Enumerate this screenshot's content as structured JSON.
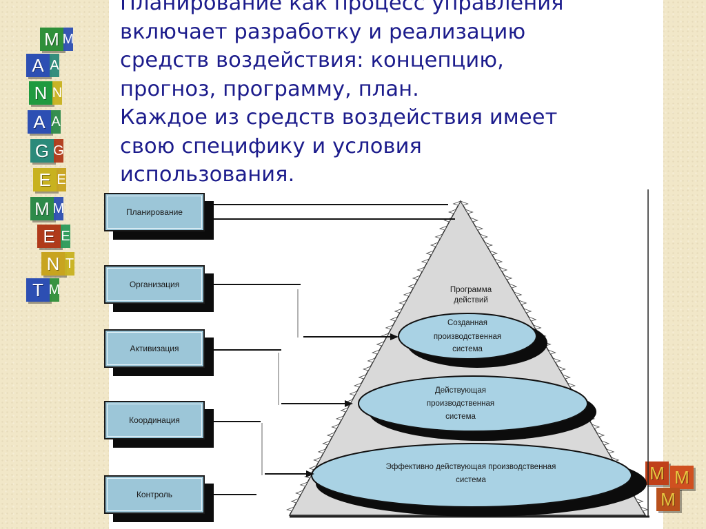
{
  "slide": {
    "heading_lines": [
      "Планирование как процесс управления",
      "включает разработку и реализацию",
      "средств воздействия: концепцию,",
      "прогноз, программу, план.",
      "Каждое из средств воздействия имеет",
      "свою специфику и условия",
      "использования."
    ]
  },
  "diagram": {
    "functions": [
      {
        "label": "Планирование"
      },
      {
        "label": "Организация"
      },
      {
        "label": "Активизация"
      },
      {
        "label": "Координация"
      },
      {
        "label": "Контроль"
      }
    ],
    "pyramid": {
      "apex_label_lines": [
        "Программа",
        "действий"
      ],
      "levels": [
        {
          "lines": [
            "Созданная",
            "производственная",
            "система"
          ]
        },
        {
          "lines": [
            "Действующая",
            "производственная",
            "система"
          ]
        },
        {
          "lines": [
            "Эффективно действующая производственная",
            "система"
          ]
        }
      ]
    }
  },
  "decor": {
    "left_column_letters": [
      "M",
      "M",
      "A",
      "A",
      "N",
      "N",
      "A",
      "A",
      "G",
      "G",
      "E",
      "E",
      "M",
      "M",
      "E",
      "E",
      "N",
      "T",
      "T"
    ],
    "corner_cube_letters": [
      "M",
      "M",
      "M"
    ],
    "colors": {
      "title_text": "#1c1c8c",
      "function_box": "#9cc6d8",
      "ellipse": "#a9d2e4",
      "pyramid_fill": "#d9d9d9",
      "background": "#f1e7c8"
    }
  }
}
